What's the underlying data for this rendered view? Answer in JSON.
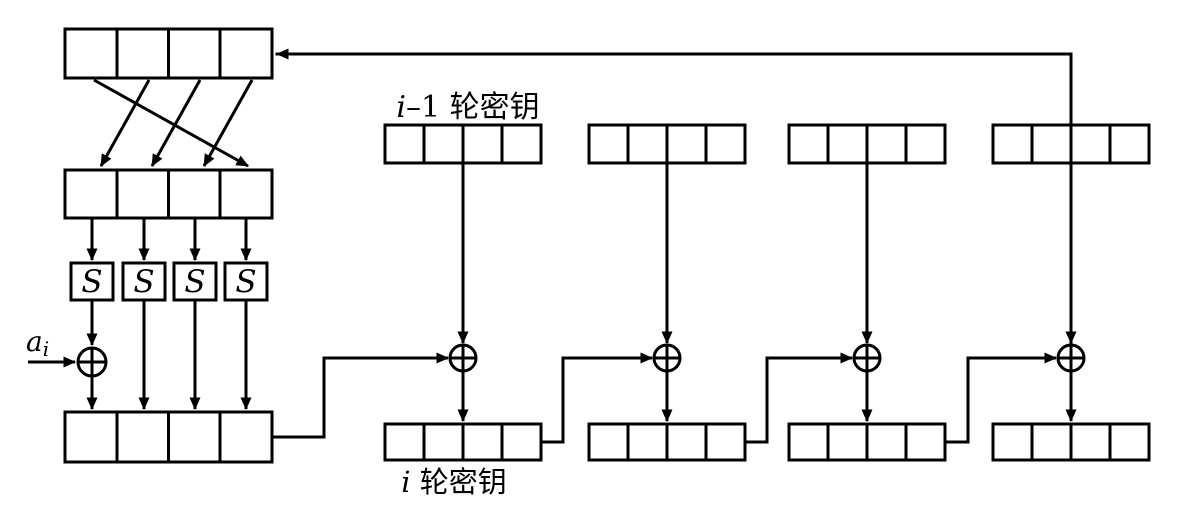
{
  "diagram": {
    "type": "key-schedule-block-diagram",
    "colors": {
      "ink": "#000000",
      "background": "#ffffff"
    },
    "labels": {
      "prev_round_key": {
        "var": "i",
        "rest": "–1 轮密钥"
      },
      "round_key": {
        "var": "i",
        "rest": " 轮密钥"
      },
      "sbox": "S",
      "addend": {
        "var": "a",
        "sub": "i"
      }
    }
  }
}
